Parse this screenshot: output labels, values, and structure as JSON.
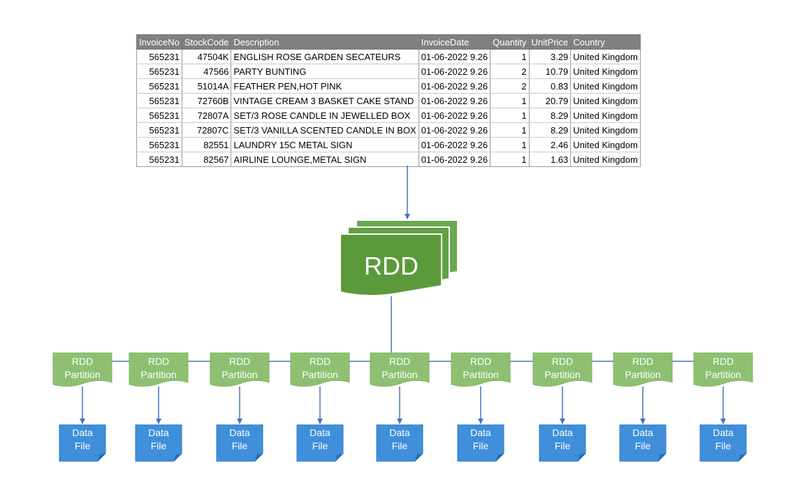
{
  "table": {
    "columns": [
      "InvoiceNo",
      "StockCode",
      "Description",
      "InvoiceDate",
      "Quantity",
      "UnitPrice",
      "Country"
    ],
    "rows": [
      [
        "565231",
        "47504K",
        "ENGLISH ROSE GARDEN SECATEURS",
        "01-06-2022 9.26",
        "1",
        "3.29",
        "United Kingdom"
      ],
      [
        "565231",
        "47566",
        "PARTY BUNTING",
        "01-06-2022 9.26",
        "2",
        "10.79",
        "United Kingdom"
      ],
      [
        "565231",
        "51014A",
        "FEATHER PEN,HOT PINK",
        "01-06-2022 9.26",
        "2",
        "0.83",
        "United Kingdom"
      ],
      [
        "565231",
        "72760B",
        "VINTAGE CREAM 3 BASKET CAKE STAND",
        "01-06-2022 9.26",
        "1",
        "20.79",
        "United Kingdom"
      ],
      [
        "565231",
        "72807A",
        "SET/3 ROSE CANDLE IN JEWELLED BOX",
        "01-06-2022 9.26",
        "1",
        "8.29",
        "United Kingdom"
      ],
      [
        "565231",
        "72807C",
        "SET/3 VANILLA SCENTED CANDLE IN BOX",
        "01-06-2022 9.26",
        "1",
        "8.29",
        "United Kingdom"
      ],
      [
        "565231",
        "82551",
        "LAUNDRY 15C METAL SIGN",
        "01-06-2022 9.26",
        "1",
        "2.46",
        "United Kingdom"
      ],
      [
        "565231",
        "82567",
        "AIRLINE LOUNGE,METAL SIGN",
        "01-06-2022 9.26",
        "1",
        "1.63",
        "United Kingdom"
      ]
    ]
  },
  "rdd": {
    "label": "RDD"
  },
  "partitions": [
    {
      "line1": "RDD",
      "line2": "Partition"
    },
    {
      "line1": "RDD",
      "line2": "Partition"
    },
    {
      "line1": "RDD",
      "line2": "Partition"
    },
    {
      "line1": "RDD",
      "line2": "Partition"
    },
    {
      "line1": "RDD",
      "line2": "Partition"
    },
    {
      "line1": "RDD",
      "line2": "Partition"
    },
    {
      "line1": "RDD",
      "line2": "Partition"
    },
    {
      "line1": "RDD",
      "line2": "Partition"
    },
    {
      "line1": "RDD",
      "line2": "Partition"
    }
  ],
  "data_files": [
    {
      "line1": "Data",
      "line2": "File"
    },
    {
      "line1": "Data",
      "line2": "File"
    },
    {
      "line1": "Data",
      "line2": "File"
    },
    {
      "line1": "Data",
      "line2": "File"
    },
    {
      "line1": "Data",
      "line2": "File"
    },
    {
      "line1": "Data",
      "line2": "File"
    },
    {
      "line1": "Data",
      "line2": "File"
    },
    {
      "line1": "Data",
      "line2": "File"
    },
    {
      "line1": "Data",
      "line2": "File"
    }
  ],
  "colors": {
    "rdd_green": "#5b9a3b",
    "partition_green": "#8fc072",
    "file_blue": "#3f8fdb",
    "connector_blue": "#4472c4",
    "table_header": "#808080"
  }
}
